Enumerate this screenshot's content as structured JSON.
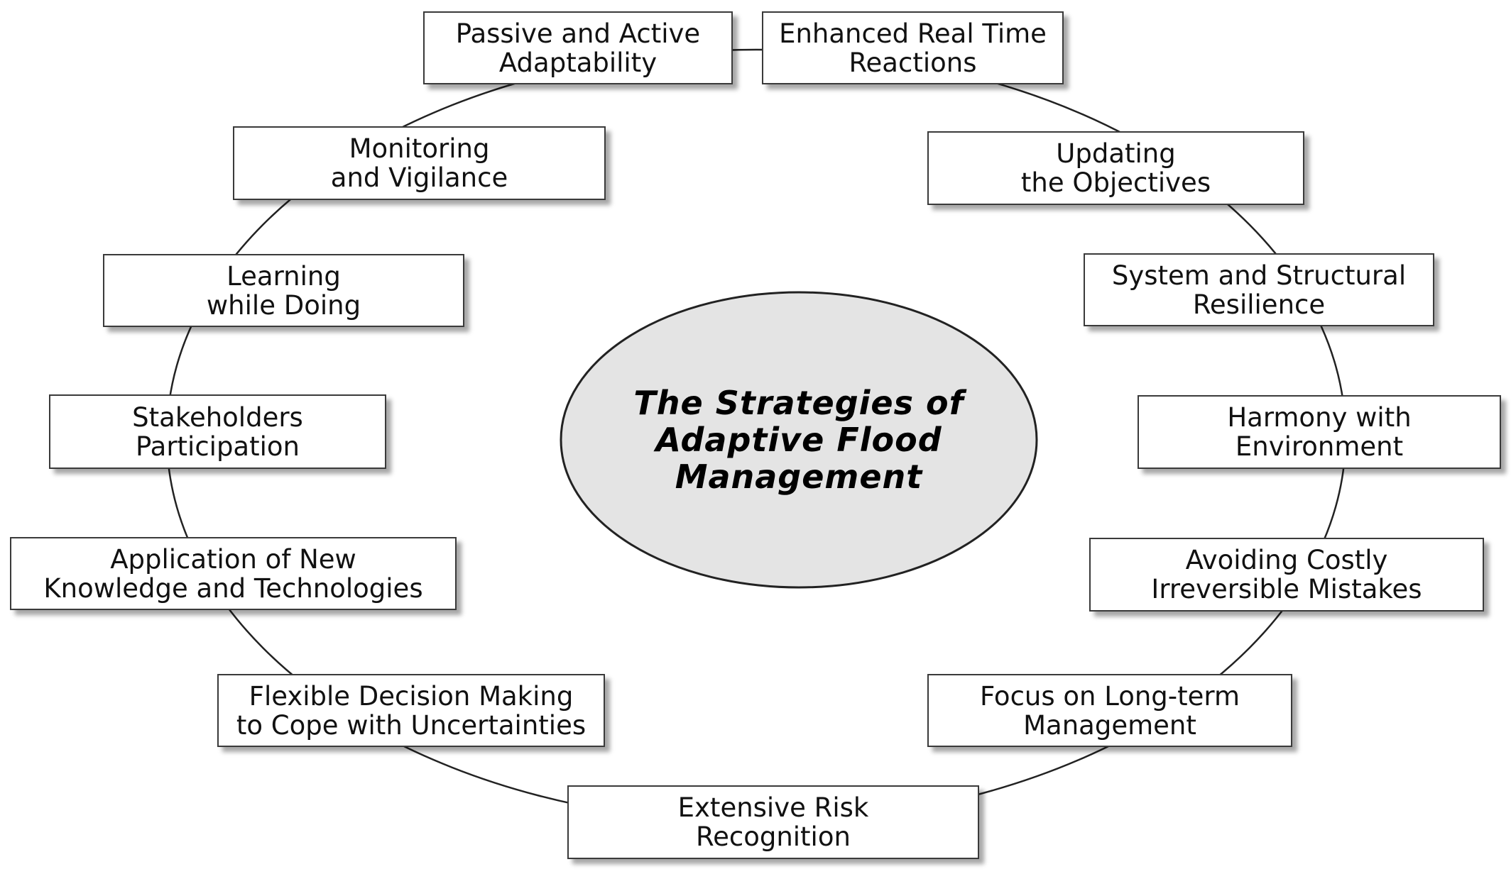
{
  "center": {
    "line1": "The Strategies of",
    "line2": "Adaptive Flood",
    "line3": "Management"
  },
  "strategies": [
    {
      "line1": "Passive and Active",
      "line2": "Adaptability"
    },
    {
      "line1": "Enhanced Real Time",
      "line2": "Reactions"
    },
    {
      "line1": "Updating",
      "line2": "the Objectives"
    },
    {
      "line1": "System and Structural",
      "line2": "Resilience"
    },
    {
      "line1": "Harmony with",
      "line2": "Environment"
    },
    {
      "line1": "Avoiding Costly",
      "line2": "Irreversible Mistakes"
    },
    {
      "line1": "Focus on Long-term",
      "line2": "Management"
    },
    {
      "line1": "Extensive Risk",
      "line2": "Recognition"
    },
    {
      "line1": "Flexible Decision Making",
      "line2": "to Cope with Uncertainties"
    },
    {
      "line1": "Application of New",
      "line2": "Knowledge and Technologies"
    },
    {
      "line1": "Stakeholders",
      "line2": "Participation"
    },
    {
      "line1": "Learning",
      "line2": "while Doing"
    },
    {
      "line1": "Monitoring",
      "line2": "and Vigilance"
    }
  ]
}
